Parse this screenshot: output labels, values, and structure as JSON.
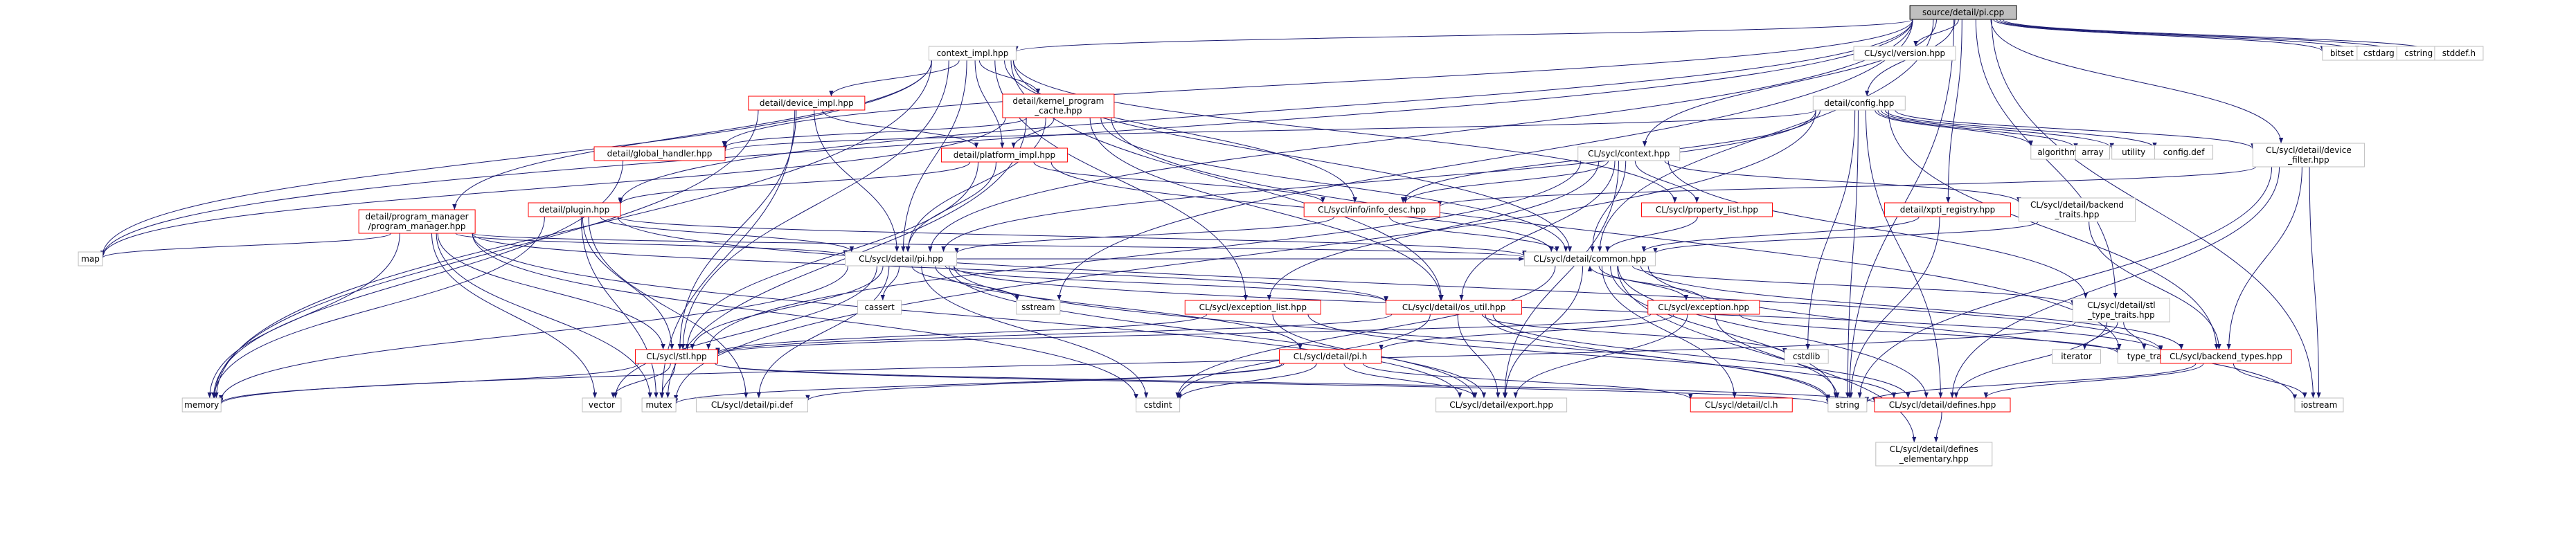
{
  "graph": {
    "type": "include-dependency-graph",
    "colors": {
      "edge": "#191970",
      "normal_border": "#bfbfbf",
      "linked_border": "#ff0000",
      "root_fill": "#bfbfbf",
      "root_border": "#000000"
    },
    "root": "pi_cpp",
    "nodes": [
      {
        "id": "pi_cpp",
        "lines": [
          "source/detail/pi.cpp"
        ],
        "style": "root"
      },
      {
        "id": "context_impl",
        "lines": [
          "context_impl.hpp"
        ],
        "style": "normal"
      },
      {
        "id": "version",
        "lines": [
          "CL/sycl/version.hpp"
        ],
        "style": "normal"
      },
      {
        "id": "bitset",
        "lines": [
          "bitset"
        ],
        "style": "normal"
      },
      {
        "id": "cstdarg",
        "lines": [
          "cstdarg"
        ],
        "style": "normal"
      },
      {
        "id": "cstring",
        "lines": [
          "cstring"
        ],
        "style": "normal"
      },
      {
        "id": "stddef",
        "lines": [
          "stddef.h"
        ],
        "style": "normal"
      },
      {
        "id": "device_impl",
        "lines": [
          "detail/device_impl.hpp"
        ],
        "style": "red"
      },
      {
        "id": "kernel_program_cache",
        "lines": [
          "detail/kernel_program",
          "_cache.hpp"
        ],
        "style": "red"
      },
      {
        "id": "config",
        "lines": [
          "detail/config.hpp"
        ],
        "style": "normal"
      },
      {
        "id": "global_handler",
        "lines": [
          "detail/global_handler.hpp"
        ],
        "style": "red"
      },
      {
        "id": "platform_impl",
        "lines": [
          "detail/platform_impl.hpp"
        ],
        "style": "red"
      },
      {
        "id": "context_hpp",
        "lines": [
          "CL/sycl/context.hpp"
        ],
        "style": "normal"
      },
      {
        "id": "algorithm",
        "lines": [
          "algorithm"
        ],
        "style": "normal"
      },
      {
        "id": "array",
        "lines": [
          "array"
        ],
        "style": "normal"
      },
      {
        "id": "utility",
        "lines": [
          "utility"
        ],
        "style": "normal"
      },
      {
        "id": "config_def",
        "lines": [
          "config.def"
        ],
        "style": "normal"
      },
      {
        "id": "device_filter",
        "lines": [
          "CL/sycl/detail/device",
          "_filter.hpp"
        ],
        "style": "normal"
      },
      {
        "id": "program_manager",
        "lines": [
          "detail/program_manager",
          "/program_manager.hpp"
        ],
        "style": "red"
      },
      {
        "id": "plugin",
        "lines": [
          "detail/plugin.hpp"
        ],
        "style": "red"
      },
      {
        "id": "info_desc",
        "lines": [
          "CL/sycl/info/info_desc.hpp"
        ],
        "style": "red"
      },
      {
        "id": "property_list",
        "lines": [
          "CL/sycl/property_list.hpp"
        ],
        "style": "red"
      },
      {
        "id": "xpti_registry",
        "lines": [
          "detail/xpti_registry.hpp"
        ],
        "style": "red"
      },
      {
        "id": "backend_traits",
        "lines": [
          "CL/sycl/detail/backend",
          "_traits.hpp"
        ],
        "style": "normal"
      },
      {
        "id": "map",
        "lines": [
          "map"
        ],
        "style": "normal"
      },
      {
        "id": "detail_pi_hpp",
        "lines": [
          "CL/sycl/detail/pi.hpp"
        ],
        "style": "normal"
      },
      {
        "id": "common",
        "lines": [
          "CL/sycl/detail/common.hpp"
        ],
        "style": "normal"
      },
      {
        "id": "cassert",
        "lines": [
          "cassert"
        ],
        "style": "normal"
      },
      {
        "id": "sstream",
        "lines": [
          "sstream"
        ],
        "style": "normal"
      },
      {
        "id": "exception_list",
        "lines": [
          "CL/sycl/exception_list.hpp"
        ],
        "style": "red"
      },
      {
        "id": "os_util",
        "lines": [
          "CL/sycl/detail/os_util.hpp"
        ],
        "style": "red"
      },
      {
        "id": "exception",
        "lines": [
          "CL/sycl/exception.hpp"
        ],
        "style": "red"
      },
      {
        "id": "stl_type_traits",
        "lines": [
          "CL/sycl/detail/stl",
          "_type_traits.hpp"
        ],
        "style": "normal"
      },
      {
        "id": "cstdlib",
        "lines": [
          "cstdlib"
        ],
        "style": "normal"
      },
      {
        "id": "iterator",
        "lines": [
          "iterator"
        ],
        "style": "normal"
      },
      {
        "id": "type_traits",
        "lines": [
          "type_traits"
        ],
        "style": "normal"
      },
      {
        "id": "backend_types",
        "lines": [
          "CL/sycl/backend_types.hpp"
        ],
        "style": "red"
      },
      {
        "id": "stl",
        "lines": [
          "CL/sycl/stl.hpp"
        ],
        "style": "red"
      },
      {
        "id": "detail_pi_h",
        "lines": [
          "CL/sycl/detail/pi.h"
        ],
        "style": "red"
      },
      {
        "id": "memory",
        "lines": [
          "memory"
        ],
        "style": "normal"
      },
      {
        "id": "vector",
        "lines": [
          "vector"
        ],
        "style": "normal"
      },
      {
        "id": "mutex",
        "lines": [
          "mutex"
        ],
        "style": "normal"
      },
      {
        "id": "pi_def",
        "lines": [
          "CL/sycl/detail/pi.def"
        ],
        "style": "normal"
      },
      {
        "id": "cstdint",
        "lines": [
          "cstdint"
        ],
        "style": "normal"
      },
      {
        "id": "export",
        "lines": [
          "CL/sycl/detail/export.hpp"
        ],
        "style": "normal"
      },
      {
        "id": "cl_h",
        "lines": [
          "CL/sycl/detail/cl.h"
        ],
        "style": "red"
      },
      {
        "id": "string",
        "lines": [
          "string"
        ],
        "style": "normal"
      },
      {
        "id": "defines",
        "lines": [
          "CL/sycl/detail/defines.hpp"
        ],
        "style": "red"
      },
      {
        "id": "iostream",
        "lines": [
          "iostream"
        ],
        "style": "normal"
      },
      {
        "id": "defines_elementary",
        "lines": [
          "CL/sycl/detail/defines",
          "_elementary.hpp"
        ],
        "style": "normal"
      }
    ],
    "edges": [
      [
        "pi_cpp",
        "context_impl"
      ],
      [
        "pi_cpp",
        "version"
      ],
      [
        "pi_cpp",
        "bitset"
      ],
      [
        "pi_cpp",
        "cstdarg"
      ],
      [
        "pi_cpp",
        "cstring"
      ],
      [
        "pi_cpp",
        "stddef"
      ],
      [
        "pi_cpp",
        "config"
      ],
      [
        "pi_cpp",
        "global_handler"
      ],
      [
        "pi_cpp",
        "context_hpp"
      ],
      [
        "pi_cpp",
        "device_filter"
      ],
      [
        "pi_cpp",
        "plugin"
      ],
      [
        "pi_cpp",
        "xpti_registry"
      ],
      [
        "pi_cpp",
        "map"
      ],
      [
        "pi_cpp",
        "detail_pi_hpp"
      ],
      [
        "pi_cpp",
        "common"
      ],
      [
        "pi_cpp",
        "sstream"
      ],
      [
        "pi_cpp",
        "stl_type_traits"
      ],
      [
        "pi_cpp",
        "string"
      ],
      [
        "pi_cpp",
        "iostream"
      ],
      [
        "context_impl",
        "device_impl"
      ],
      [
        "context_impl",
        "kernel_program_cache"
      ],
      [
        "context_impl",
        "platform_impl"
      ],
      [
        "context_impl",
        "program_manager"
      ],
      [
        "context_impl",
        "info_desc"
      ],
      [
        "context_impl",
        "property_list"
      ],
      [
        "context_impl",
        "map"
      ],
      [
        "context_impl",
        "memory"
      ],
      [
        "context_impl",
        "detail_pi_hpp"
      ],
      [
        "context_impl",
        "common"
      ],
      [
        "context_impl",
        "exception_list"
      ],
      [
        "context_impl",
        "os_util"
      ],
      [
        "context_impl",
        "stl"
      ],
      [
        "device_impl",
        "platform_impl"
      ],
      [
        "device_impl",
        "detail_pi_hpp"
      ],
      [
        "device_impl",
        "stl"
      ],
      [
        "device_impl",
        "memory"
      ],
      [
        "device_impl",
        "mutex"
      ],
      [
        "kernel_program_cache",
        "platform_impl"
      ],
      [
        "kernel_program_cache",
        "global_handler"
      ],
      [
        "kernel_program_cache",
        "detail_pi_hpp"
      ],
      [
        "kernel_program_cache",
        "common"
      ],
      [
        "kernel_program_cache",
        "os_util"
      ],
      [
        "kernel_program_cache",
        "mutex"
      ],
      [
        "kernel_program_cache",
        "map"
      ],
      [
        "kernel_program_cache",
        "type_traits"
      ],
      [
        "platform_impl",
        "plugin"
      ],
      [
        "platform_impl",
        "info_desc"
      ],
      [
        "platform_impl",
        "detail_pi_hpp"
      ],
      [
        "platform_impl",
        "stl"
      ],
      [
        "platform_impl",
        "common"
      ],
      [
        "global_handler",
        "memory"
      ],
      [
        "config",
        "algorithm"
      ],
      [
        "config",
        "array"
      ],
      [
        "config",
        "utility"
      ],
      [
        "config",
        "config_def"
      ],
      [
        "config",
        "device_filter"
      ],
      [
        "config",
        "backend_types"
      ],
      [
        "config",
        "defines"
      ],
      [
        "config",
        "string"
      ],
      [
        "config",
        "cstdlib"
      ],
      [
        "config",
        "info_desc"
      ],
      [
        "config",
        "detail_pi_hpp"
      ],
      [
        "config",
        "global_handler"
      ],
      [
        "config",
        "mutex"
      ],
      [
        "context_hpp",
        "info_desc"
      ],
      [
        "context_hpp",
        "property_list"
      ],
      [
        "context_hpp",
        "common"
      ],
      [
        "context_hpp",
        "backend_traits"
      ],
      [
        "context_hpp",
        "exception_list"
      ],
      [
        "context_hpp",
        "stl"
      ],
      [
        "context_hpp",
        "stl_type_traits"
      ],
      [
        "context_hpp",
        "export"
      ],
      [
        "context_hpp",
        "os_util"
      ],
      [
        "device_filter",
        "backend_types"
      ],
      [
        "device_filter",
        "defines"
      ],
      [
        "device_filter",
        "iostream"
      ],
      [
        "device_filter",
        "string"
      ],
      [
        "device_filter",
        "info_desc"
      ],
      [
        "program_manager",
        "map"
      ],
      [
        "program_manager",
        "detail_pi_hpp"
      ],
      [
        "program_manager",
        "common"
      ],
      [
        "program_manager",
        "os_util"
      ],
      [
        "program_manager",
        "stl"
      ],
      [
        "program_manager",
        "memory"
      ],
      [
        "program_manager",
        "vector"
      ],
      [
        "program_manager",
        "mutex"
      ],
      [
        "program_manager",
        "export"
      ],
      [
        "program_manager",
        "cstdint"
      ],
      [
        "plugin",
        "detail_pi_hpp"
      ],
      [
        "plugin",
        "common"
      ],
      [
        "plugin",
        "stl"
      ],
      [
        "plugin",
        "memory"
      ],
      [
        "plugin",
        "mutex"
      ],
      [
        "plugin",
        "backend_types"
      ],
      [
        "plugin",
        "pi_def"
      ],
      [
        "info_desc",
        "detail_pi_hpp"
      ],
      [
        "info_desc",
        "common"
      ],
      [
        "property_list",
        "common"
      ],
      [
        "xpti_registry",
        "common"
      ],
      [
        "xpti_registry",
        "string"
      ],
      [
        "backend_traits",
        "common"
      ],
      [
        "backend_traits",
        "backend_types"
      ],
      [
        "detail_pi_hpp",
        "cassert"
      ],
      [
        "detail_pi_hpp",
        "sstream"
      ],
      [
        "detail_pi_hpp",
        "os_util"
      ],
      [
        "detail_pi_hpp",
        "stl"
      ],
      [
        "detail_pi_hpp",
        "backend_types"
      ],
      [
        "detail_pi_hpp",
        "detail_pi_h"
      ],
      [
        "detail_pi_hpp",
        "memory"
      ],
      [
        "detail_pi_hpp",
        "vector"
      ],
      [
        "detail_pi_hpp",
        "pi_def"
      ],
      [
        "detail_pi_hpp",
        "cstdint"
      ],
      [
        "detail_pi_hpp",
        "export"
      ],
      [
        "detail_pi_hpp",
        "string"
      ],
      [
        "detail_pi_hpp",
        "common"
      ],
      [
        "common",
        "exception"
      ],
      [
        "common",
        "stl_type_traits"
      ],
      [
        "common",
        "export"
      ],
      [
        "common",
        "defines"
      ],
      [
        "common",
        "defines_elementary"
      ],
      [
        "common",
        "cstdint"
      ],
      [
        "common",
        "string"
      ],
      [
        "common",
        "iostream"
      ],
      [
        "common",
        "cl_h"
      ],
      [
        "common",
        "backend_types"
      ],
      [
        "exception_list",
        "stl"
      ],
      [
        "exception_list",
        "export"
      ],
      [
        "exception_list",
        "defines"
      ],
      [
        "os_util",
        "export"
      ],
      [
        "os_util",
        "string"
      ],
      [
        "os_util",
        "cstdlib"
      ],
      [
        "os_util",
        "cstdint"
      ],
      [
        "os_util",
        "defines"
      ],
      [
        "os_util",
        "stl"
      ],
      [
        "exception",
        "common"
      ],
      [
        "exception",
        "detail_pi_h"
      ],
      [
        "exception",
        "stl"
      ],
      [
        "exception",
        "export"
      ],
      [
        "exception",
        "string"
      ],
      [
        "exception",
        "type_traits"
      ],
      [
        "stl_type_traits",
        "iterator"
      ],
      [
        "stl_type_traits",
        "type_traits"
      ],
      [
        "stl_type_traits",
        "defines"
      ],
      [
        "stl_type_traits",
        "memory"
      ],
      [
        "backend_types",
        "defines"
      ],
      [
        "backend_types",
        "iostream"
      ],
      [
        "backend_types",
        "string"
      ],
      [
        "stl",
        "memory"
      ],
      [
        "stl",
        "vector"
      ],
      [
        "stl",
        "mutex"
      ],
      [
        "stl",
        "string"
      ],
      [
        "stl",
        "defines"
      ],
      [
        "detail_pi_h",
        "pi_def"
      ],
      [
        "detail_pi_h",
        "cstdint"
      ],
      [
        "detail_pi_h",
        "export"
      ],
      [
        "detail_pi_h",
        "cl_h"
      ],
      [
        "detail_pi_h",
        "mutex"
      ],
      [
        "defines",
        "defines_elementary"
      ]
    ]
  }
}
